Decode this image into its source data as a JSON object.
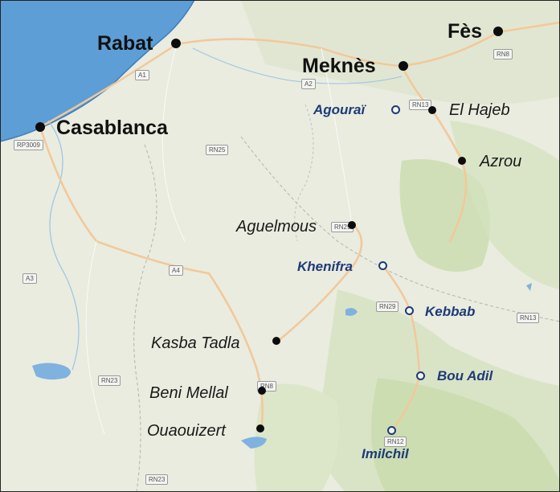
{
  "map": {
    "colors": {
      "land": "#e9ecdf",
      "sea": "#5d9ed6",
      "forest": "#c9dcae",
      "road": "#f2c89a",
      "water": "#7fb2df",
      "blue_label": "#1f3a78"
    },
    "major_cities": [
      {
        "name": "Rabat"
      },
      {
        "name": "Casablanca"
      },
      {
        "name": "Meknès"
      },
      {
        "name": "Fès"
      }
    ],
    "minor_cities": [
      {
        "name": "El Hajeb"
      },
      {
        "name": "Azrou"
      },
      {
        "name": "Aguelmous"
      },
      {
        "name": "Kasba Tadla"
      },
      {
        "name": "Beni Mellal"
      },
      {
        "name": "Ouaouizert"
      }
    ],
    "highlight_places": [
      {
        "name": "Agouraï"
      },
      {
        "name": "Khenifra"
      },
      {
        "name": "Kebbab"
      },
      {
        "name": "Bou Adil"
      },
      {
        "name": "Imilchil"
      }
    ],
    "road_shields": [
      "A1",
      "A2",
      "RN13",
      "RN8",
      "RP3009",
      "RN25",
      "RN29",
      "A4",
      "A3",
      "RN29",
      "RN13",
      "RN23",
      "RN8",
      "RN12",
      "RN23"
    ]
  }
}
